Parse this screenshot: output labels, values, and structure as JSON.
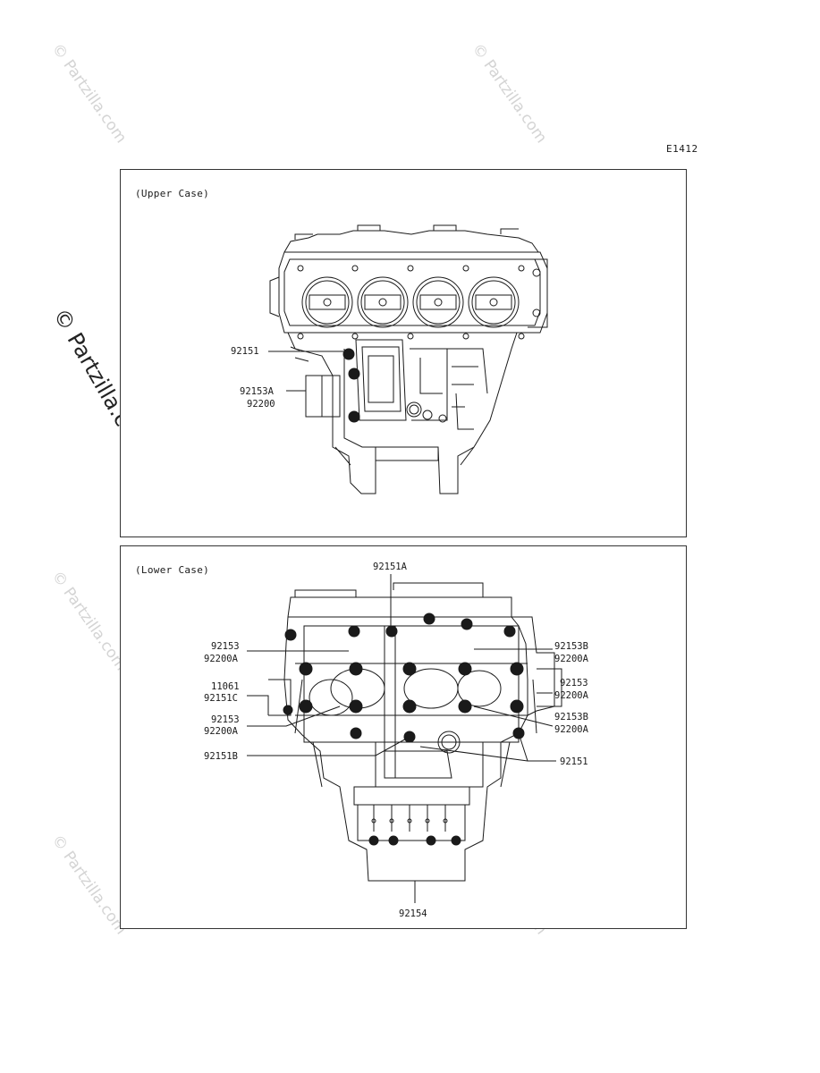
{
  "ref_code": "E1412",
  "watermark": "© Partzilla.com",
  "upper_case": {
    "title": "(Upper Case)",
    "callouts": [
      {
        "label": "92151"
      },
      {
        "label": "92153A"
      },
      {
        "label": "92200"
      }
    ]
  },
  "lower_case": {
    "title": "(Lower Case)",
    "callouts": [
      {
        "label": "92151A"
      },
      {
        "label": "92153"
      },
      {
        "label": "92200A"
      },
      {
        "label": "11061"
      },
      {
        "label": "92151C"
      },
      {
        "label": "92153"
      },
      {
        "label": "92200A"
      },
      {
        "label": "92151B"
      },
      {
        "label": "92153B"
      },
      {
        "label": "92200A"
      },
      {
        "label": "92153"
      },
      {
        "label": "92200A"
      },
      {
        "label": "92153B"
      },
      {
        "label": "92200A"
      },
      {
        "label": "92151"
      },
      {
        "label": "92154"
      }
    ]
  }
}
